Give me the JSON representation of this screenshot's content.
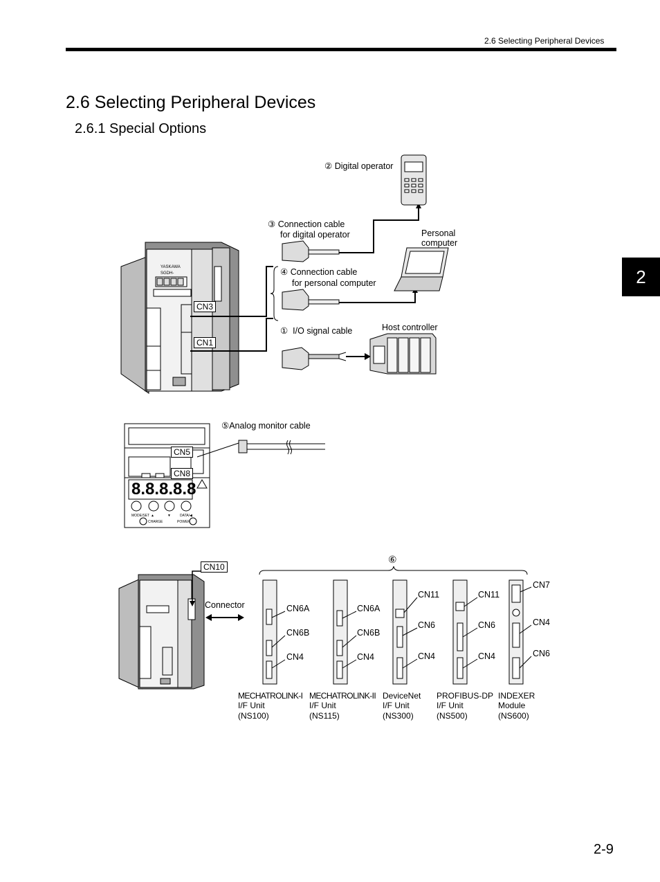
{
  "header": {
    "running_title": "2.6  Selecting Peripheral Devices"
  },
  "chapter_tab": "2",
  "section_title": "2.6  Selecting Peripheral Devices",
  "subsection_title": "2.6.1  Special Options",
  "fig1": {
    "digital_operator": {
      "num": "②",
      "label": "Digital operator"
    },
    "cable_operator": {
      "num": "③",
      "line1": "Connection cable",
      "line2": "for digital operator"
    },
    "cable_pc": {
      "num": "④",
      "line1": "Connection cable",
      "line2": "for personal computer"
    },
    "personal_computer": {
      "line1": "Personal",
      "line2": "computer"
    },
    "io_cable": {
      "num": "①",
      "label": "I/O signal cable"
    },
    "host_controller": "Host controller",
    "cn3": "CN3",
    "cn1": "CN1"
  },
  "fig2": {
    "analog_cable": {
      "num": "⑤",
      "label": "Analog monitor cable"
    },
    "cn5": "CN5",
    "cn8": "CN8"
  },
  "fig3": {
    "num": "⑥",
    "cn10": "CN10",
    "connector": "Connector",
    "units": [
      {
        "c1": "CN6A",
        "c2": "CN6B",
        "c3": "CN4",
        "name": "MECHATROLINK-I",
        "line2": "I/F Unit",
        "line3": "(NS100)"
      },
      {
        "c1": "CN6A",
        "c2": "CN6B",
        "c3": "CN4",
        "name": "MECHATROLINK-II",
        "line2": "I/F Unit",
        "line3": "(NS115)"
      },
      {
        "c1": "CN11",
        "c2": "CN6",
        "c3": "CN4",
        "name": "DeviceNet",
        "line2": "I/F Unit",
        "line3": "(NS300)"
      },
      {
        "c1": "CN11",
        "c2": "CN6",
        "c3": "CN4",
        "name": "PROFIBUS-DP",
        "line2": "I/F Unit",
        "line3": "(NS500)"
      },
      {
        "c1": "CN7",
        "c2": "CN4",
        "c3": "CN6",
        "name": "INDEXER",
        "line2": "Module",
        "line3": "(NS600)"
      }
    ]
  },
  "page_number": "2-9"
}
